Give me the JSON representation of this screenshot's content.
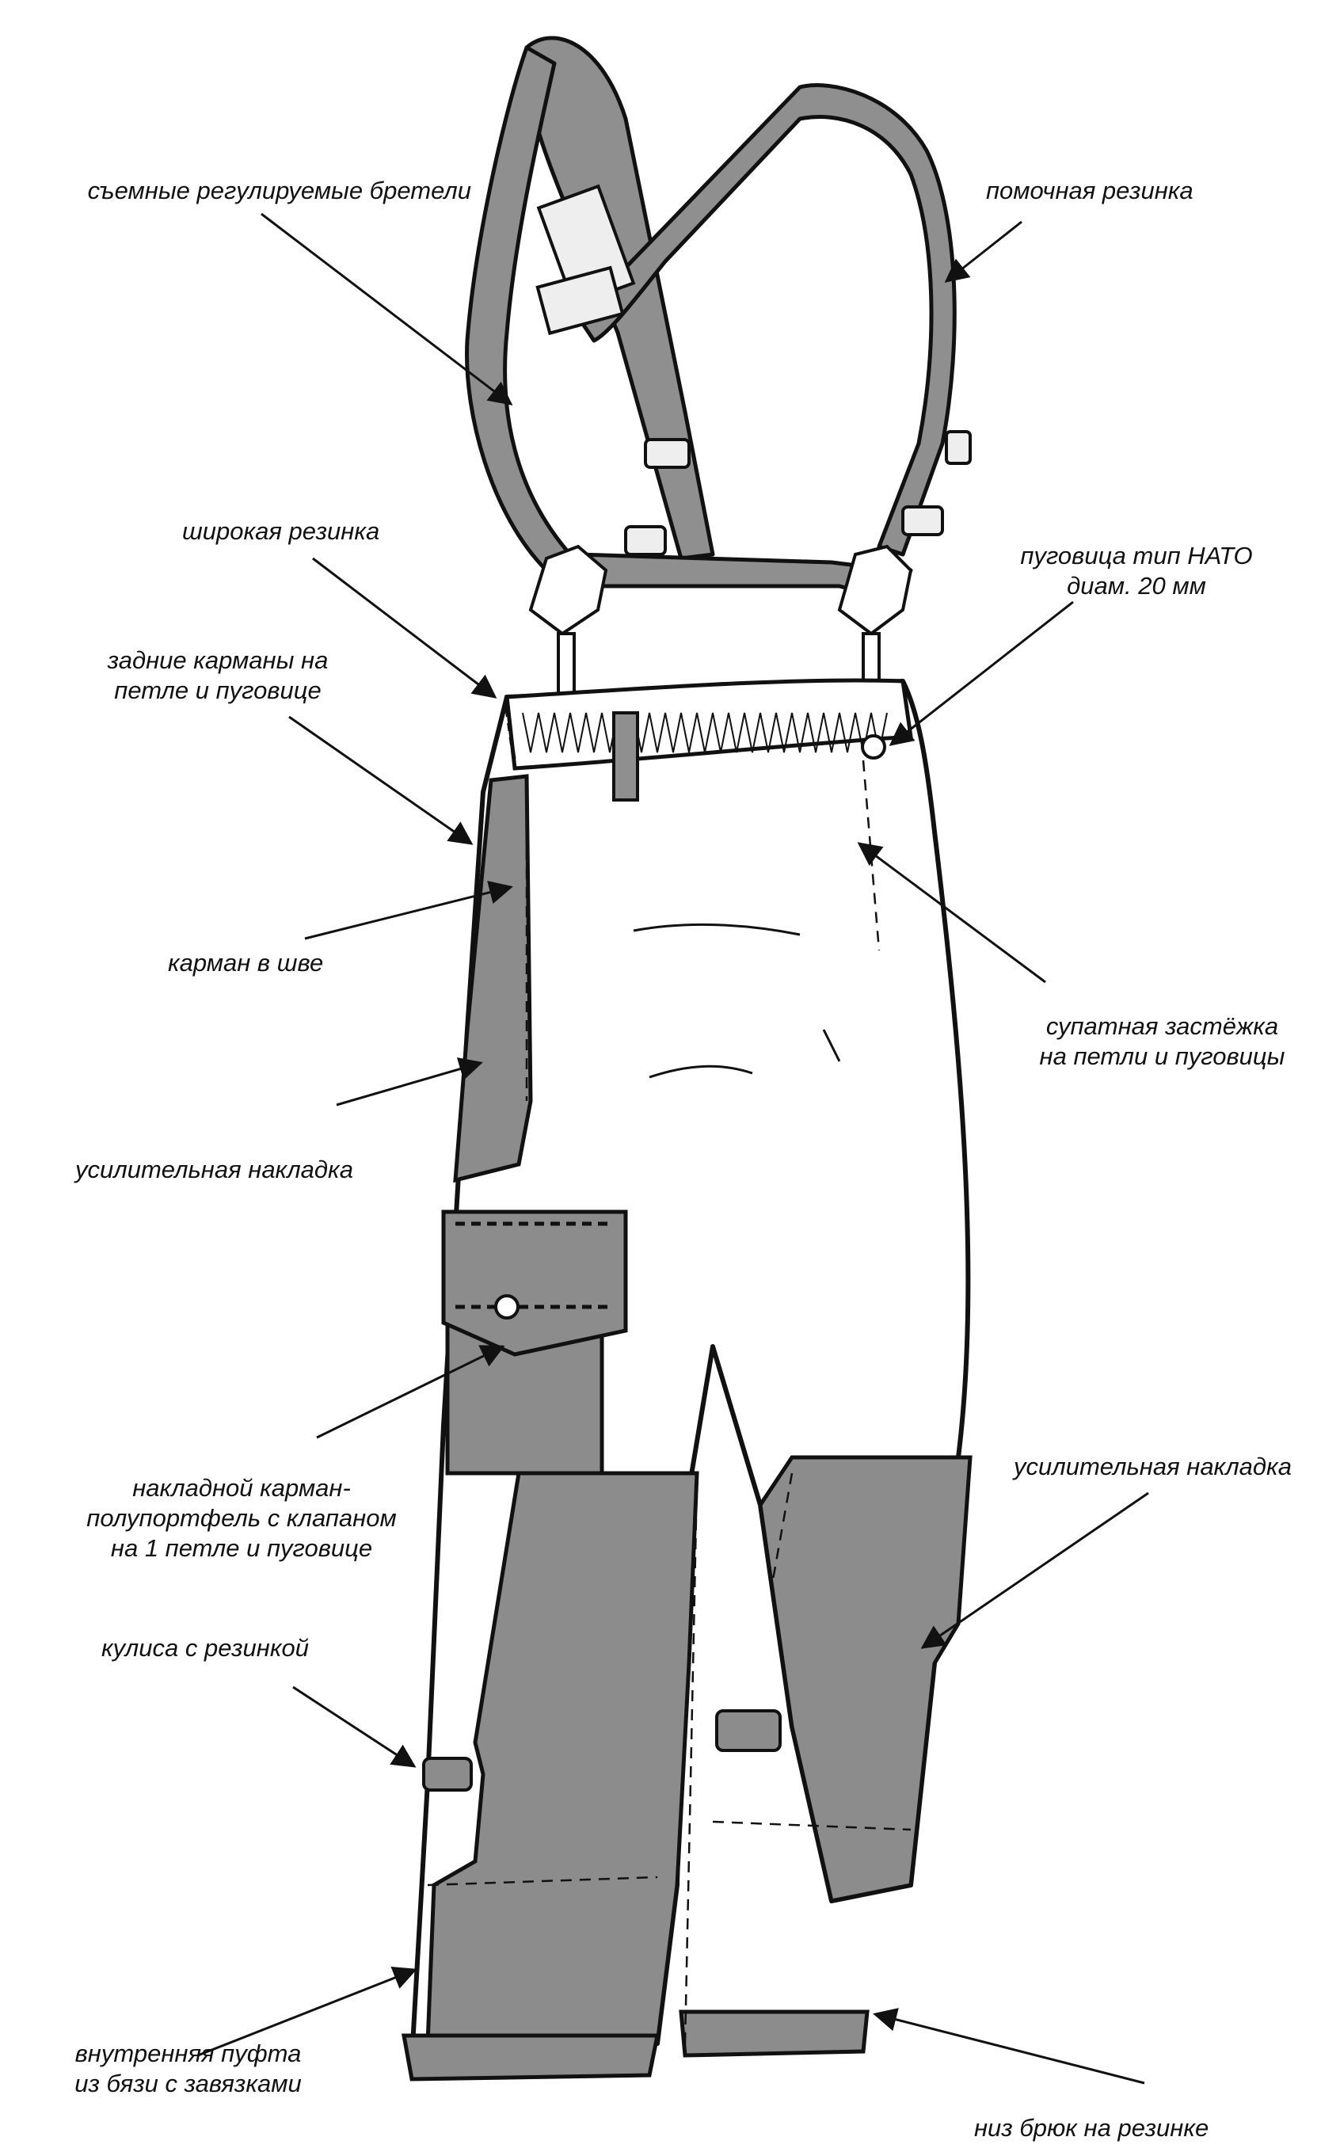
{
  "colors": {
    "fabric_dark": "#8c8c8c",
    "fabric_light": "#ffffff",
    "outline": "#111111",
    "strap": "#8f8f8f"
  },
  "labels": {
    "straps": "съемные регулируемые бретели",
    "stirrup_elastic": "помочная резинка",
    "wide_elastic": "широкая резинка",
    "nato_button": "пуговица тип НАТО\nдиам. 20 мм",
    "back_pockets": "задние карманы на\nпетле и пуговице",
    "seam_pocket": "карман в шве",
    "fly_closure": "супатная застёжка\nна петли и пуговицы",
    "reinforcement_left": "усилительная накладка",
    "patch_pocket": "накладной карман-\nполупортфель с клапаном\nна 1 петле и пуговице",
    "reinforcement_right": "усилительная накладка",
    "drawstring_channel": "кулиса с резинкой",
    "inner_gaiter": "внутренняя пуфта\nиз бязи с завязками",
    "hem_elastic": "низ брюк на резинке"
  }
}
